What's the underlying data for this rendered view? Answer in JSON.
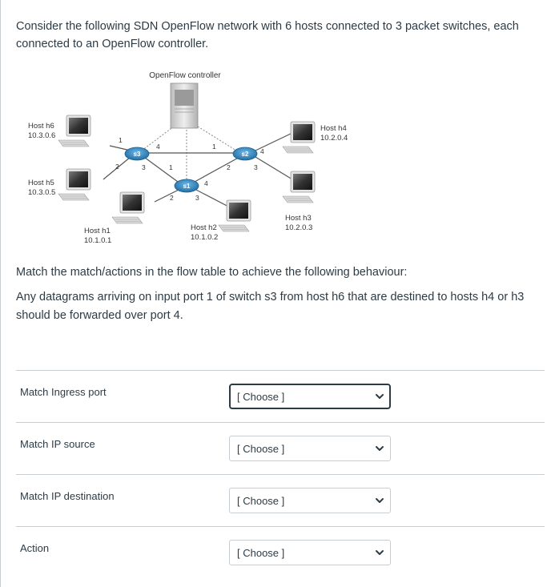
{
  "question": {
    "text": "Consider the following SDN OpenFlow network with 6 hosts connected to 3 packet switches, each connected to an OpenFlow controller.",
    "match_intro": "Match the match/actions in the flow table to achieve the following behaviour:",
    "behaviour": "Any datagrams arriving on input port 1 of switch s3 from host h6 that are destined to hosts h4 or h3 should be forwarded over port 4."
  },
  "diagram": {
    "controller_label": "OpenFlow controller",
    "hosts": [
      {
        "name": "Host h6",
        "ip": "10.3.0.6"
      },
      {
        "name": "Host h5",
        "ip": "10.3.0.5"
      },
      {
        "name": "Host h1",
        "ip": "10.1.0.1"
      },
      {
        "name": "Host h2",
        "ip": "10.1.0.2"
      },
      {
        "name": "Host h3",
        "ip": "10.2.0.3"
      },
      {
        "name": "Host h4",
        "ip": "10.2.0.4"
      }
    ],
    "switches": [
      "s1",
      "s2",
      "s3"
    ],
    "ports": {
      "s3": [
        "1",
        "2",
        "3",
        "4"
      ],
      "s1": [
        "1",
        "2",
        "3",
        "4"
      ],
      "s2": [
        "1",
        "2",
        "3",
        "4"
      ]
    }
  },
  "match_table": {
    "rows": [
      {
        "label": "Match Ingress port",
        "selected": "[ Choose ]"
      },
      {
        "label": "Match IP source",
        "selected": "[ Choose ]"
      },
      {
        "label": "Match IP destination",
        "selected": "[ Choose ]"
      },
      {
        "label": "Action",
        "selected": "[ Choose ]"
      }
    ]
  },
  "icons": {
    "dropdown": "chevron-down-icon",
    "host": "computer-icon",
    "switch": "router-icon",
    "controller": "server-icon"
  },
  "colors": {
    "text": "#2d3b45",
    "border": "#c7cdd1",
    "switch": "#2f7fb3"
  }
}
